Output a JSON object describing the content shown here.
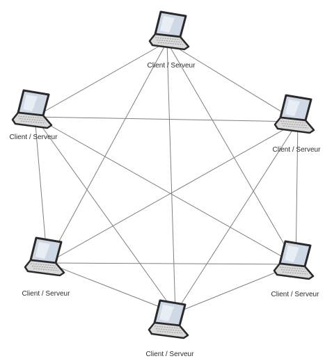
{
  "diagram": {
    "type": "mesh-network",
    "colors": {
      "line": "#7f7f7f",
      "laptop_outline": "#2a2a2a",
      "screen": "#cfd9e6",
      "screen_highlight": "#eef3f8",
      "keyboard": "#d9d9d9",
      "label": "#2b2b2b"
    },
    "nodes": [
      {
        "id": "top",
        "label": "Client / Serveur",
        "icon": "laptop-icon"
      },
      {
        "id": "upper-left",
        "label": "Client / Serveur",
        "icon": "laptop-icon"
      },
      {
        "id": "upper-right",
        "label": "Client / Serveur",
        "icon": "laptop-icon"
      },
      {
        "id": "lower-left",
        "label": "Client / Serveur",
        "icon": "laptop-icon"
      },
      {
        "id": "lower-right",
        "label": "Client / Serveur",
        "icon": "laptop-icon"
      },
      {
        "id": "bottom",
        "label": "Client / Serveur",
        "icon": "laptop-icon"
      }
    ],
    "links": [
      [
        "top",
        "upper-left"
      ],
      [
        "top",
        "upper-right"
      ],
      [
        "top",
        "lower-left"
      ],
      [
        "top",
        "lower-right"
      ],
      [
        "top",
        "bottom"
      ],
      [
        "upper-left",
        "upper-right"
      ],
      [
        "upper-left",
        "lower-left"
      ],
      [
        "upper-left",
        "lower-right"
      ],
      [
        "upper-left",
        "bottom"
      ],
      [
        "upper-right",
        "lower-left"
      ],
      [
        "upper-right",
        "lower-right"
      ],
      [
        "upper-right",
        "bottom"
      ],
      [
        "lower-left",
        "lower-right"
      ],
      [
        "lower-left",
        "bottom"
      ],
      [
        "lower-right",
        "bottom"
      ]
    ]
  }
}
